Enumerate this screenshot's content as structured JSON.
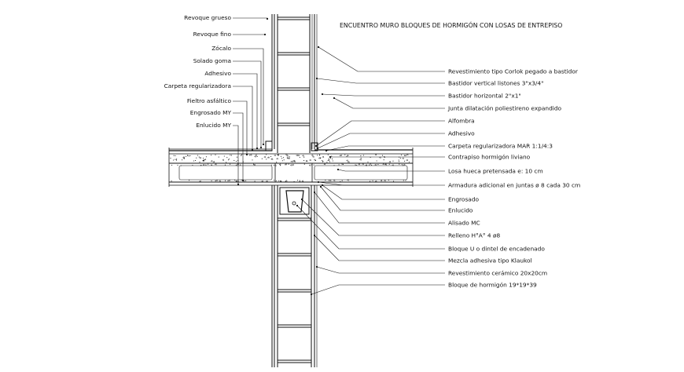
{
  "title": "ENCUENTRO MURO BLOQUES DE HORMIGÓN CON LOSAS DE ENTREPISO",
  "labels_left": [
    "Revoque grueso",
    "Revoque fino",
    "Zócalo",
    "Solado goma",
    "Adhesivo",
    "Carpeta regularizadora",
    "Fieltro asfáltico",
    "Engrosado MY",
    "Enlucido MY"
  ],
  "labels_right": [
    "Revestimiento tipo Corlok pegado a bastidor",
    "Bastidor vertical listones 3\"x3/4\"",
    "Bastidor horizontal 2\"x1\"",
    "Junta dilatación poliestireno expandido",
    "Alfombra",
    "Adhesivo",
    "Carpeta regularizadora MAR 1:1/4:3",
    "Contrapiso hormigón liviano",
    "Losa hueca pretensada e: 10 cm",
    "Armadura adicional en juntas ø 8 cada 30 cm",
    "Engrosado",
    "Enlucido",
    "Alisado MC",
    "Relleno H°A° 4 ø8",
    "Bloque U o dintel de encadenado",
    "Mezcla adhesiva tipo Klaukol",
    "Revestimiento cerámico 20x20cm",
    "Bloque de hormigón 19*19*39"
  ]
}
